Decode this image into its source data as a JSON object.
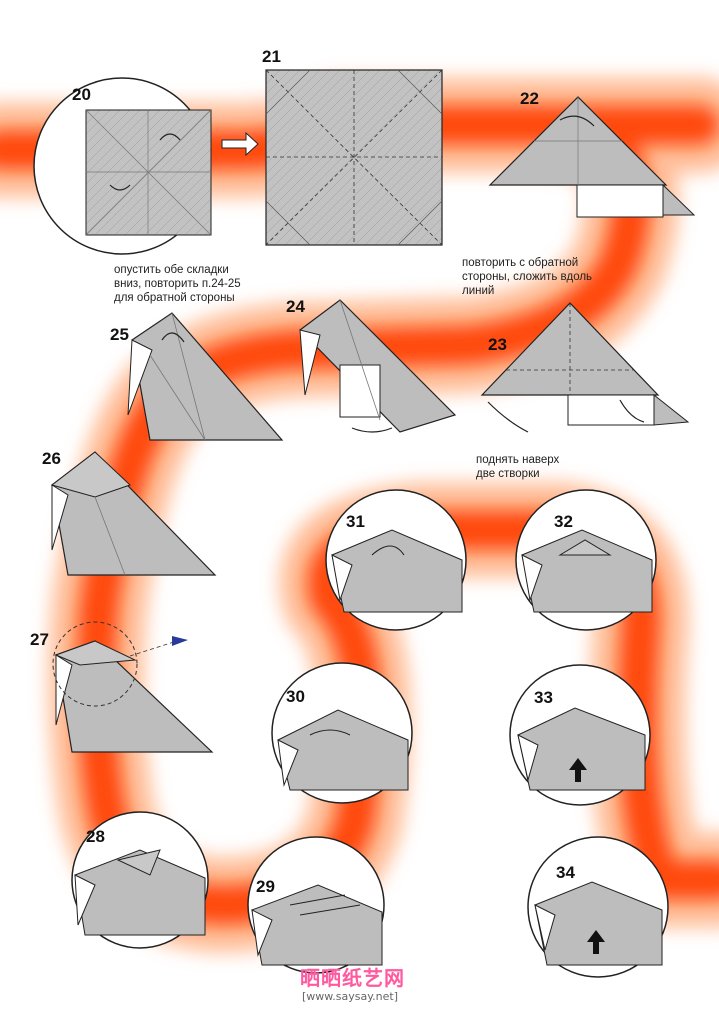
{
  "steps": {
    "s20": "20",
    "s21": "21",
    "s22": "22",
    "s23": "23",
    "s24": "24",
    "s25": "25",
    "s26": "26",
    "s27": "27",
    "s28": "28",
    "s29": "29",
    "s30": "30",
    "s31": "31",
    "s32": "32",
    "s33": "33",
    "s34": "34"
  },
  "notes": {
    "note_25": [
      "опустить обе складки",
      "вниз, повторить п.24-25",
      "для обратной стороны"
    ],
    "note_23": [
      "повторить с обратной",
      "стороны, сложить вдоль",
      "линий"
    ],
    "note_32": [
      "поднять наверх",
      "две створки"
    ]
  },
  "watermark": {
    "logo": "晒晒纸艺网",
    "url": "[www.saysay.net]"
  },
  "colors": {
    "path_core": "#ff4a10",
    "path_glow": "#ffb58a",
    "paper": "#bfbfbf",
    "paper_dark": "#a9a9a9",
    "line": "#1a1a1a"
  }
}
